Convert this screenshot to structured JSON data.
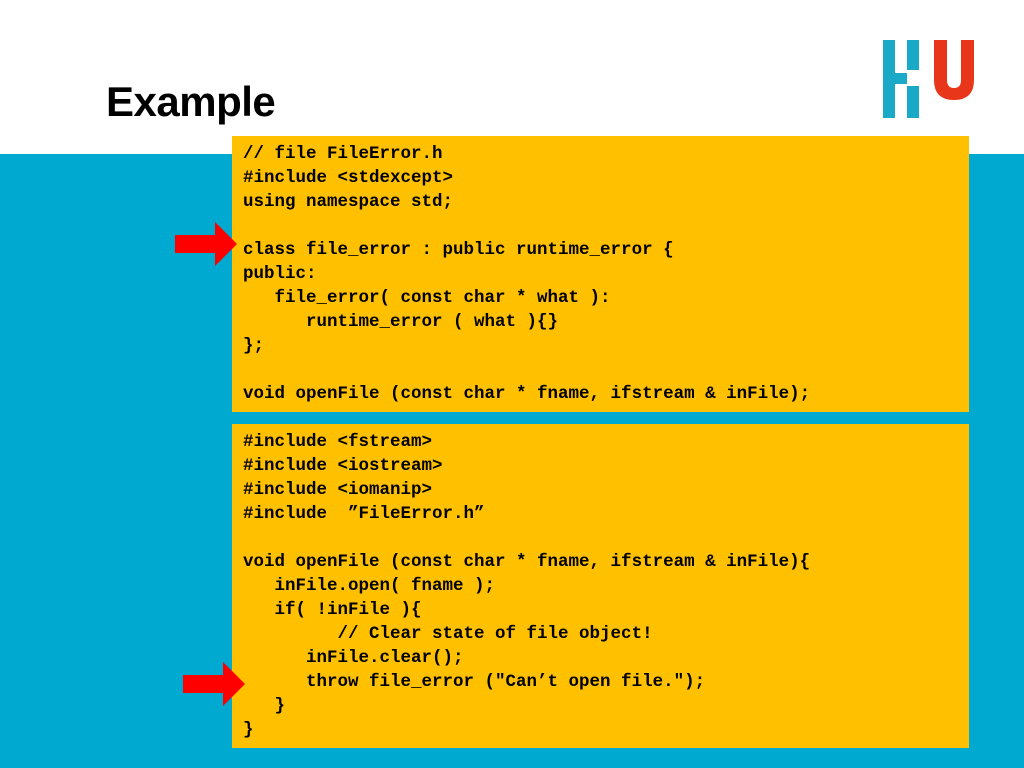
{
  "slide": {
    "title": "Example",
    "colors": {
      "band": "#00a9cf",
      "code_background": "#ffc000",
      "arrow": "#ff0000",
      "logo_bars": "#1ba9c8",
      "logo_u": "#e8361a"
    },
    "logo_icon": "hu-logo",
    "arrow_icon": "red-right-arrow",
    "code_block_1": "// file FileError.h\n#include <stdexcept>\nusing namespace std;\n\nclass file_error : public runtime_error {\npublic:\n   file_error( const char * what ):\n      runtime_error ( what ){}\n};\n\nvoid openFile (const char * fname, ifstream & inFile);",
    "code_block_2": "#include <fstream>\n#include <iostream>\n#include <iomanip>\n#include  ”FileError.h”\n\nvoid openFile (const char * fname, ifstream & inFile){\n   inFile.open( fname );\n   if( !inFile ){\n         // Clear state of file object!\n      inFile.clear();\n      throw file_error (\"Can’t open file.\");\n   }\n}"
  }
}
